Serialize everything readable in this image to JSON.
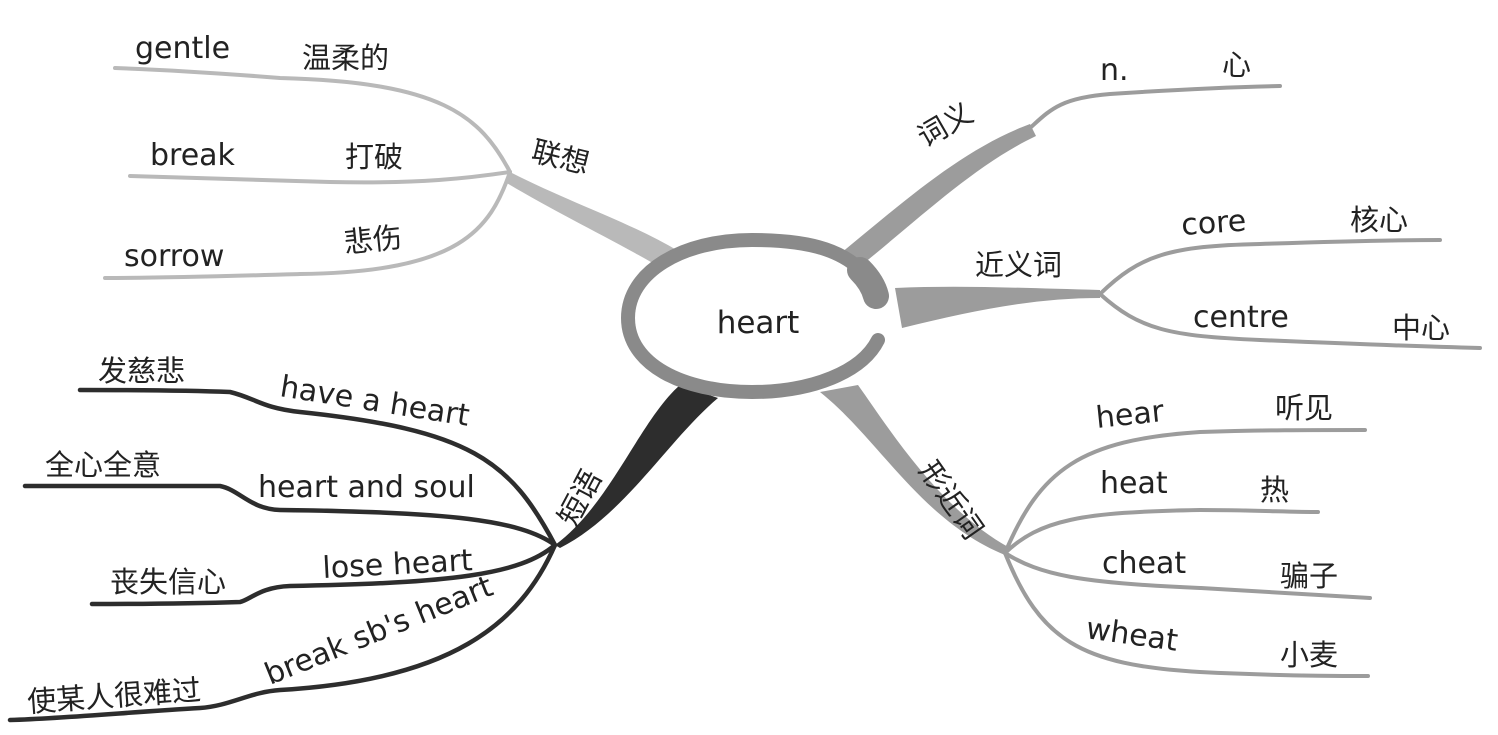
{
  "center": {
    "label": "heart"
  },
  "colors": {
    "light": "#b9b9b9",
    "mid": "#9c9c9c",
    "dark": "#2d2d2d",
    "ring": "#8a8a8a",
    "text": "#222222"
  },
  "branches": {
    "association": {
      "label": "联想",
      "items": [
        {
          "en": "gentle",
          "zh": "温柔的"
        },
        {
          "en": "break",
          "zh": "打破"
        },
        {
          "en": "sorrow",
          "zh": "悲伤"
        }
      ]
    },
    "meaning": {
      "label": "词义",
      "items": [
        {
          "en": "n.",
          "zh": "心"
        }
      ]
    },
    "synonyms": {
      "label": "近义词",
      "items": [
        {
          "en": "core",
          "zh": "核心"
        },
        {
          "en": "centre",
          "zh": "中心"
        }
      ]
    },
    "phrases": {
      "label": "短语",
      "items": [
        {
          "en": "have a heart",
          "zh": "发慈悲"
        },
        {
          "en": "heart and soul",
          "zh": "全心全意"
        },
        {
          "en": "lose heart",
          "zh": "丧失信心"
        },
        {
          "en": "break sb's heart",
          "zh": "使某人很难过"
        }
      ]
    },
    "similar_forms": {
      "label": "形近词",
      "items": [
        {
          "en": "hear",
          "zh": "听见"
        },
        {
          "en": "heat",
          "zh": "热"
        },
        {
          "en": "cheat",
          "zh": "骗子"
        },
        {
          "en": "wheat",
          "zh": "小麦"
        }
      ]
    }
  }
}
